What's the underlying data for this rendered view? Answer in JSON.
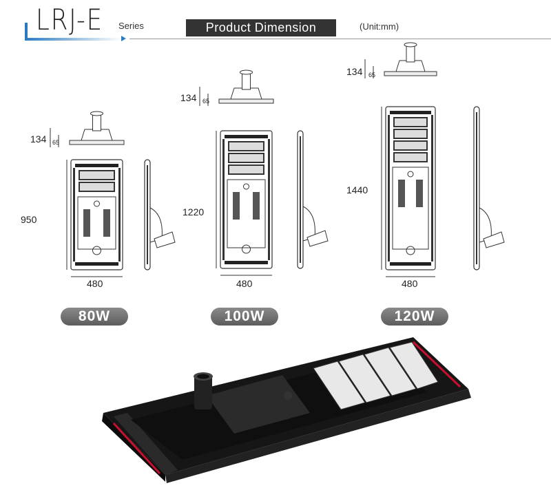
{
  "header": {
    "brand": "LRJ-E",
    "series": "Series",
    "title": "Product Dimension",
    "unit": "(Unit:mm)"
  },
  "variants": [
    {
      "power": "80W",
      "height_top": "134",
      "height_base": "65",
      "length": "950",
      "width": "480"
    },
    {
      "power": "100W",
      "height_top": "134",
      "height_base": "65",
      "length": "1220",
      "width": "480"
    },
    {
      "power": "120W",
      "height_top": "134",
      "height_base": "65",
      "length": "1440",
      "width": "480"
    }
  ],
  "colors": {
    "accent": "#2a7ac2",
    "title_bg": "#333333",
    "badge": "#6e6e6e",
    "lamp_body": "#1c1c1c",
    "lamp_stripe": "#c8102e"
  }
}
